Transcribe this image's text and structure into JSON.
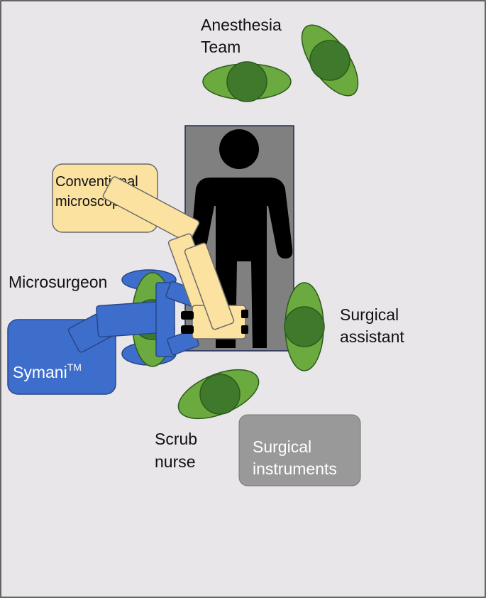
{
  "labels": {
    "anesthesia_line1": "Anesthesia",
    "anesthesia_line2": "Team",
    "microscope_line1": "Conventional",
    "microscope_line2": "microscope",
    "microsurgeon": "Microsurgeon",
    "symani": "Symani",
    "symani_sup": "TM",
    "assistant_line1": "Surgical",
    "assistant_line2": "assistant",
    "scrub_line1": "Scrub",
    "scrub_line2": "nurse",
    "instruments_line1": "Surgical",
    "instruments_line2": "instruments"
  },
  "colors": {
    "background": "#e8e6e8",
    "table": "#808080",
    "patient": "#000000",
    "staff_body": "#6aaa3e",
    "staff_head": "#3f7a2c",
    "staff_outline": "#2e5a1e",
    "robot": "#3e6ecb",
    "robot_outline": "#27468a",
    "microscope": "#fbe2a0",
    "microscope_outline": "#6b6b6b",
    "instruments": "#999999"
  }
}
